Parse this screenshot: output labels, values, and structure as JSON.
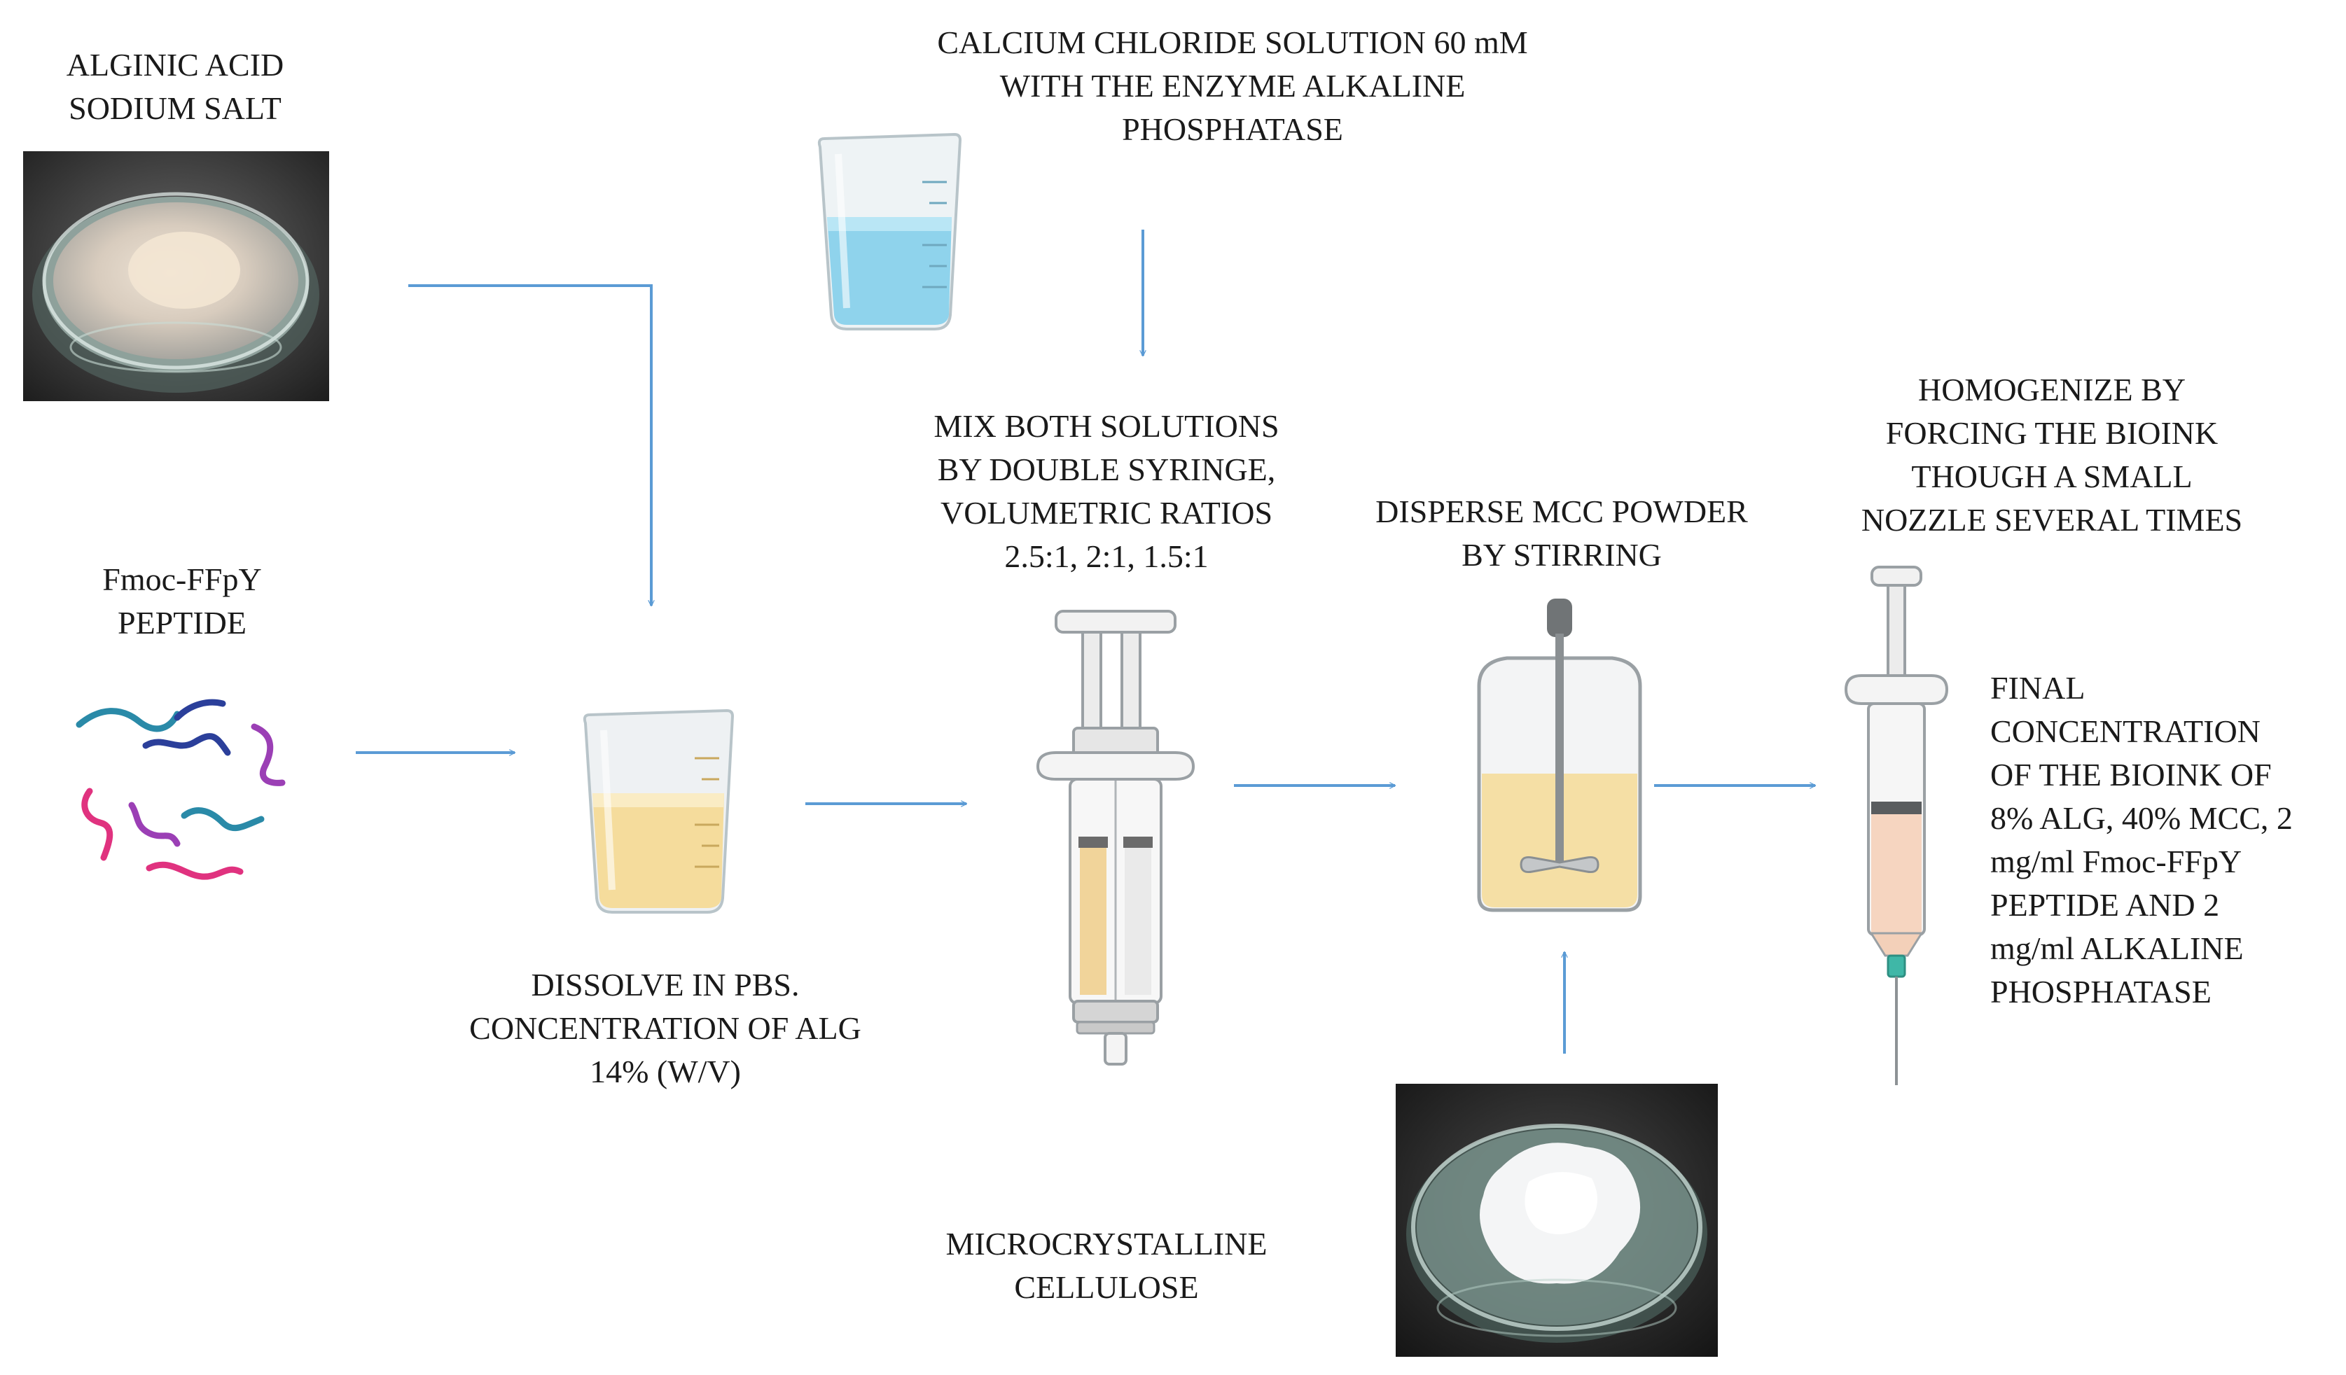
{
  "diagram": {
    "labels": {
      "alginic_acid": "ALGINIC ACID\nSODIUM SALT",
      "peptide": "Fmoc-FFpY\nPEPTIDE",
      "calcium_chloride": "CALCIUM CHLORIDE SOLUTION 60 mM\nWITH THE ENZYME ALKALINE\nPHOSPHATASE",
      "dissolve": "DISSOLVE IN PBS.\nCONCENTRATION OF ALG\n14% (W/V)",
      "mix": "MIX BOTH SOLUTIONS\nBY DOUBLE SYRINGE,\nVOLUMETRIC RATIOS\n2.5:1, 2:1, 1.5:1",
      "disperse": "DISPERSE MCC POWDER\nBY STIRRING",
      "mcc": "MICROCRYSTALLINE\nCELLULOSE",
      "homogenize": "HOMOGENIZE BY\nFORCING THE BIOINK\nTHOUGH A SMALL\nNOZZLE SEVERAL TIMES",
      "final": "FINAL\nCONCENTRATION\nOF THE BIOINK OF\n8% ALG, 40% MCC, 2\nmg/ml Fmoc-FFpY\nPEPTIDE AND 2\nmg/ml ALKALINE\nPHOSPHATASE"
    },
    "colors": {
      "arrow": "#5b9bd5",
      "liquid_blue": "#8fd3ec",
      "liquid_yellow": "#f5dc9c",
      "peptide_teal": "#2a8aa8",
      "peptide_navy": "#2b3f9a",
      "peptide_purple": "#9b3fb5",
      "peptide_pink": "#e0327f"
    },
    "icons": [
      "alginate-powder-photo",
      "peptide-strands-icon",
      "beaker-blue-icon",
      "beaker-yellow-icon",
      "double-syringe-icon",
      "stirred-vessel-icon",
      "mcc-powder-photo",
      "nozzle-syringe-icon"
    ]
  }
}
